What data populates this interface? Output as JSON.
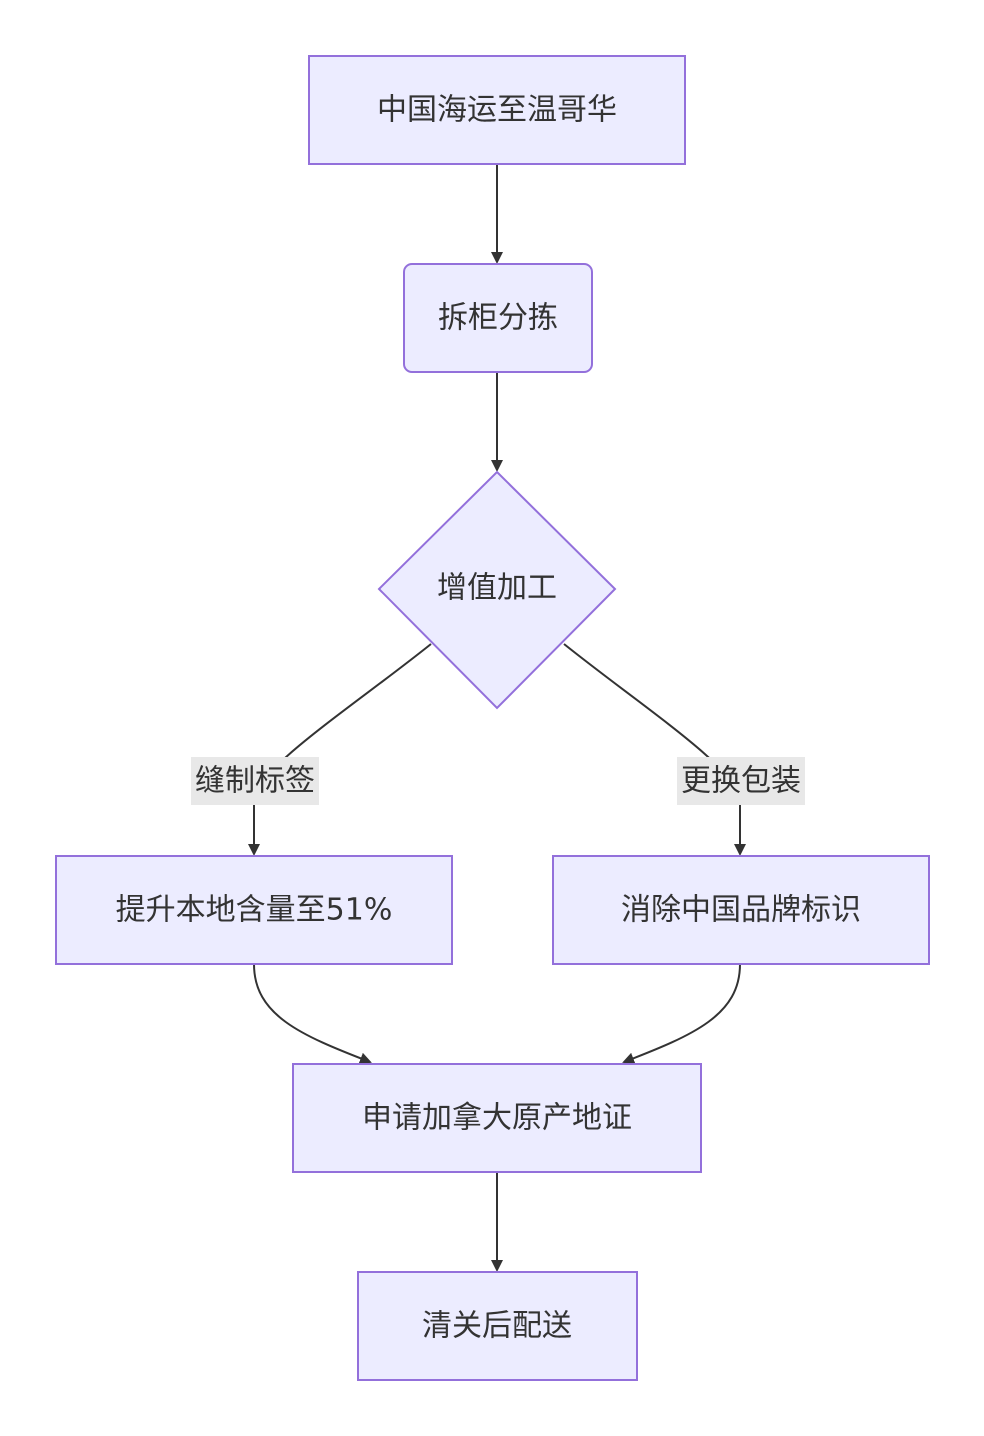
{
  "colors": {
    "node_fill": "#ECECFF",
    "node_stroke": "#9370DB",
    "edge": "#333333",
    "text": "#333333",
    "edge_label_bg": "#E8E8E8"
  },
  "nodes": {
    "ship": "中国海运至温哥华",
    "unpack": "拆柜分拣",
    "process": "增值加工",
    "local_content": "提升本地含量至51%",
    "remove_brand": "消除中国品牌标识",
    "certificate": "申请加拿大原产地证",
    "clearance": "清关后配送"
  },
  "edge_labels": {
    "sew_label": "缝制标签",
    "repackage": "更换包装"
  }
}
